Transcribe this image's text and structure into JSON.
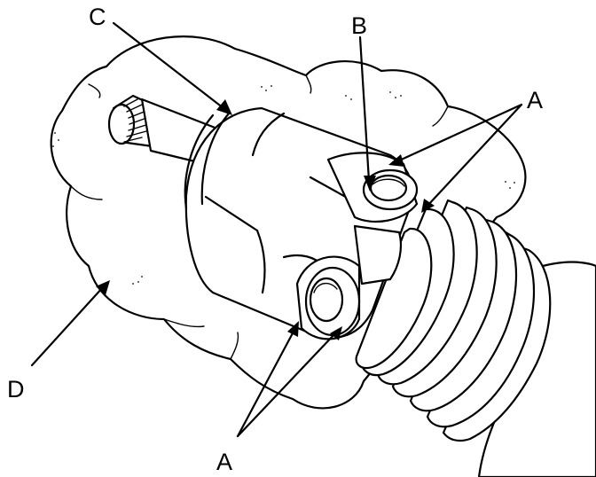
{
  "labels": {
    "a_top": "A",
    "a_bottom": "A",
    "b": "B",
    "c": "C",
    "d": "D"
  },
  "colors": {
    "line": "#000000",
    "background": "#ffffff"
  }
}
